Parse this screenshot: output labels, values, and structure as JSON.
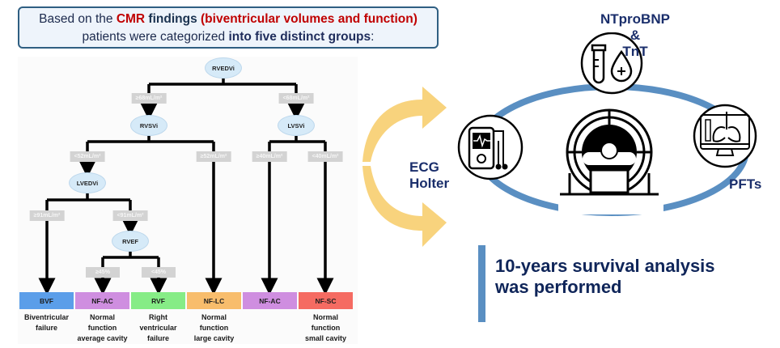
{
  "header": {
    "line1_prefix": "Based on the ",
    "line1_cmr": "CMR",
    "line1_findings": " findings ",
    "line1_paren": "(biventricular volumes and function)",
    "line2_prefix": "patients were categorized ",
    "line2_bold": "into five distinct groups",
    "line2_suffix": ":"
  },
  "flowchart": {
    "nodes": {
      "root": "RVEDVi",
      "left": "RVSVi",
      "right": "LVSVi",
      "left_left": "LVEDVi",
      "left_left_right": "RVEF"
    },
    "conditions": {
      "rvedvi_high": "≥68mL/m²",
      "rvedvi_low": "<68mL/m²",
      "rvsvi_low": "<52mL/m²",
      "rvsvi_high": "≥52mL/m²",
      "lvsvi_high": "≥40mL/m²",
      "lvsvi_low": "<40mL/m²",
      "lvedvi_high": "≥91mL/m²",
      "lvedvi_low": "<91mL/m²",
      "rvef_high": "≥45%",
      "rvef_low": "<45%"
    },
    "outcomes": [
      {
        "code": "BVF",
        "description": [
          "Biventricular",
          "failure"
        ],
        "color": "#5b9ee9"
      },
      {
        "code": "NF-AC",
        "description": [
          "Normal",
          "function",
          "average cavity"
        ],
        "color": "#cf8ee0"
      },
      {
        "code": "RVF",
        "description": [
          "Right",
          "ventricular",
          "failure"
        ],
        "color": "#86ec86"
      },
      {
        "code": "NF-LC",
        "description": [
          "Normal",
          "function",
          "large cavity"
        ],
        "color": "#f8bd6c"
      },
      {
        "code": "NF-AC",
        "description": [],
        "color": "#cf8ee0"
      },
      {
        "code": "NF-SC",
        "description": [
          "Normal",
          "function",
          "small cavity"
        ],
        "color": "#f56b62"
      }
    ]
  },
  "assessments": {
    "biomarkers": [
      "NTproBNP",
      "&",
      "TnT"
    ],
    "ecg": [
      "ECG",
      "Holter"
    ],
    "pfts": "PFTs"
  },
  "conclusion": {
    "line1": "10-years survival analysis",
    "line2": "was performed"
  },
  "colors": {
    "accent_blue": "#5a8fc2",
    "arrow_yellow": "#f8d37d",
    "navy_text": "#1a2e6b",
    "red_text": "#c00000"
  }
}
